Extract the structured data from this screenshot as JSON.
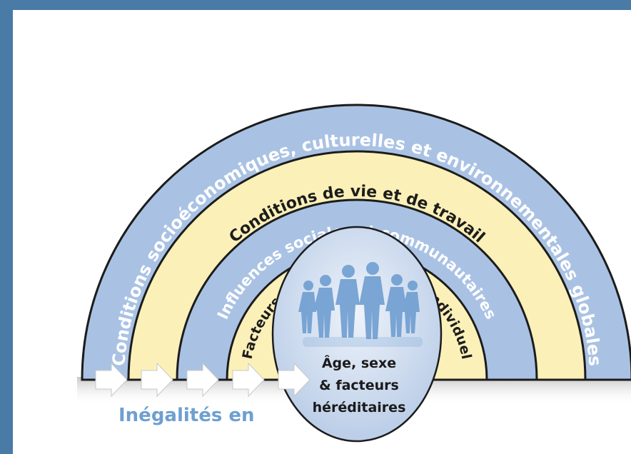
{
  "diagram": {
    "layers": [
      {
        "id": "layer-global",
        "label": "Conditions socioéconomiques, culturelles et environnementales globales",
        "color": "#a9c2e4"
      },
      {
        "id": "layer-living",
        "label": "Conditions de vie et de travail",
        "color": "#fbf0b8"
      },
      {
        "id": "layer-social",
        "label": "Influences sociales et communautaires",
        "color": "#a9c2e4"
      },
      {
        "id": "layer-lifestyle",
        "label": "Facteurs liés au mode de vie individuel",
        "color": "#fbf0b8"
      }
    ],
    "core": {
      "lines": [
        "Âge, sexe",
        "& facteurs",
        "héréditaires"
      ],
      "color": "#c3d3ea"
    },
    "inequality_label": "Inégalités en",
    "arrow_count": 5,
    "colors": {
      "frame": "#4a7aa6",
      "arc_stroke": "#1c1c1c",
      "people": "#6f9ed1",
      "inequality_text": "#6e9fd0"
    }
  }
}
